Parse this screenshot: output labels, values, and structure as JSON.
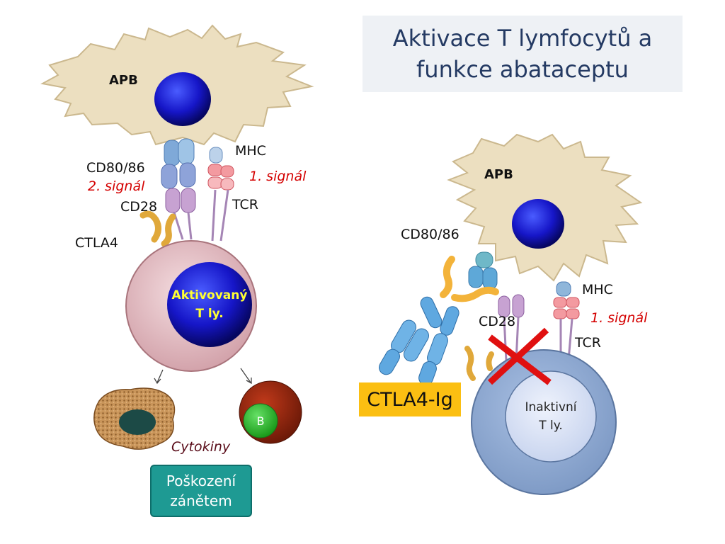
{
  "title": {
    "line1": "Aktivace T lymfocytů a",
    "line2": "funkce abataceptu"
  },
  "left": {
    "apc_label": "APB",
    "cd80_label": "CD80/86",
    "signal2": "2. signál",
    "cd28_label": "CD28",
    "ctla4_label": "CTLA4",
    "mhc_label": "MHC",
    "signal1": "1. signál",
    "tcr_label": "TCR",
    "tcell_line1": "Aktivovaný",
    "tcell_line2": "T ly.",
    "b_label": "B",
    "cytokines": "Cytokiny",
    "damage_line1": "Poškození",
    "damage_line2": "zánětem"
  },
  "right": {
    "apc_label": "APB",
    "cd80_label": "CD80/86",
    "mhc_label": "MHC",
    "signal1": "1. signál",
    "cd28_label": "CD28",
    "tcr_label": "TCR",
    "drug_label": "CTLA4-Ig",
    "tcell_line1": "Inaktivní",
    "tcell_line2": "T ly."
  },
  "colors": {
    "apc": "#ecdfc0",
    "nucleus": "#1414c8",
    "activated_cell": "#d9a8b0",
    "inactive_cell": "#8fa9cf",
    "block_cross": "#e01010",
    "drug_box": "#fbbf12",
    "damage_box": "#1e9a93"
  }
}
